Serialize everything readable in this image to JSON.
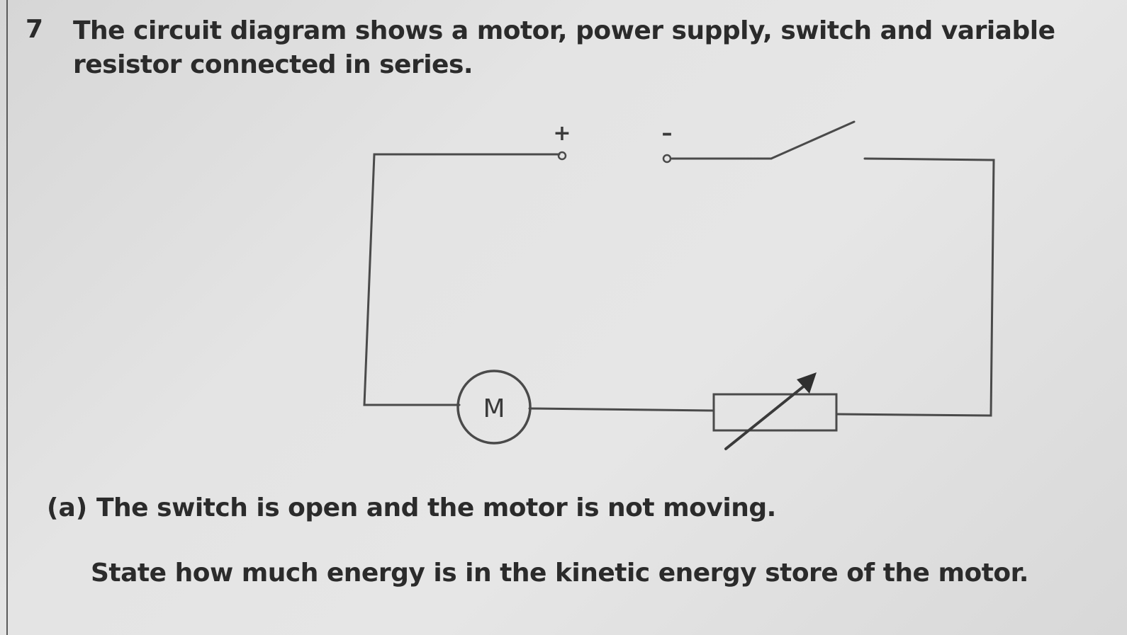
{
  "question": {
    "number": "7",
    "stem": "The circuit diagram shows a motor, power supply, switch and variable resistor connected in series."
  },
  "diagram": {
    "positive_terminal": "+",
    "negative_terminal": "–",
    "motor_label": "M"
  },
  "part_a": {
    "label": "(a)",
    "text": "The switch is open and the motor is not moving.",
    "question": "State how much energy is in the kinetic energy store of the motor."
  }
}
